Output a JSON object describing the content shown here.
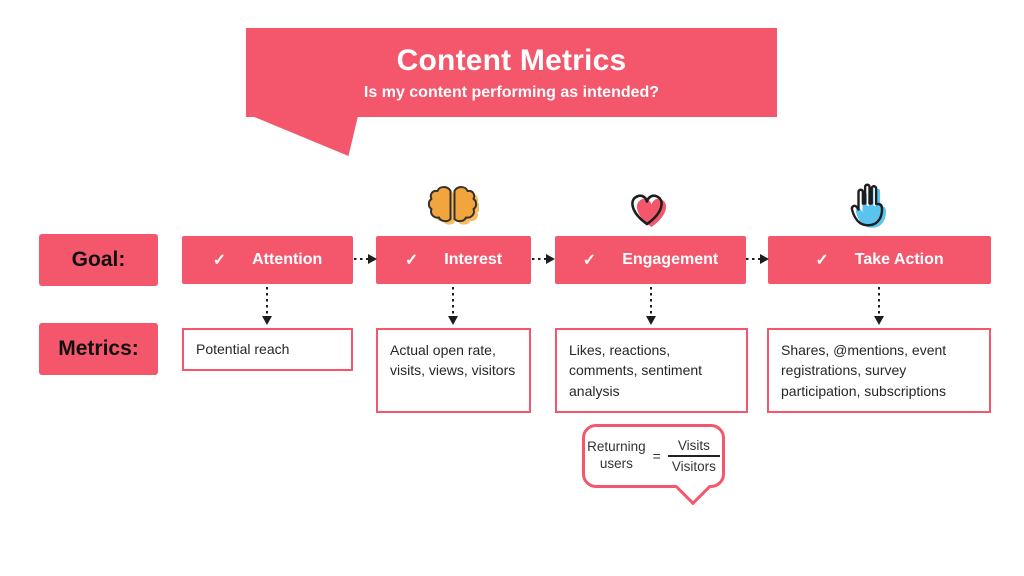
{
  "header": {
    "title": "Content Metrics",
    "subtitle": "Is my content performing as intended?"
  },
  "row_labels": {
    "goal": "Goal:",
    "metrics": "Metrics:"
  },
  "checkmark": "✓",
  "columns": [
    {
      "goal": "Attention",
      "icon": null,
      "metric": "Potential reach"
    },
    {
      "goal": "Interest",
      "icon": "brain-icon",
      "metric": "Actual open rate, visits, views, visitors"
    },
    {
      "goal": "Engagement",
      "icon": "heart-icon",
      "metric": "Likes, reactions, comments, sentiment analysis"
    },
    {
      "goal": "Take Action",
      "icon": "hand-icon",
      "metric": "Shares, @mentions, event registrations, survey participation, subscriptions"
    }
  ],
  "callout": {
    "line1": "Returning",
    "line2": "users",
    "equals": "=",
    "numerator": "Visits",
    "denominator": "Visitors"
  },
  "colors": {
    "pink": "#F4576C",
    "ink": "#1E1E1E",
    "orange": "#F2A43F",
    "orange-shadow": "#F6BC5F",
    "blue": "#5BC3EF"
  }
}
